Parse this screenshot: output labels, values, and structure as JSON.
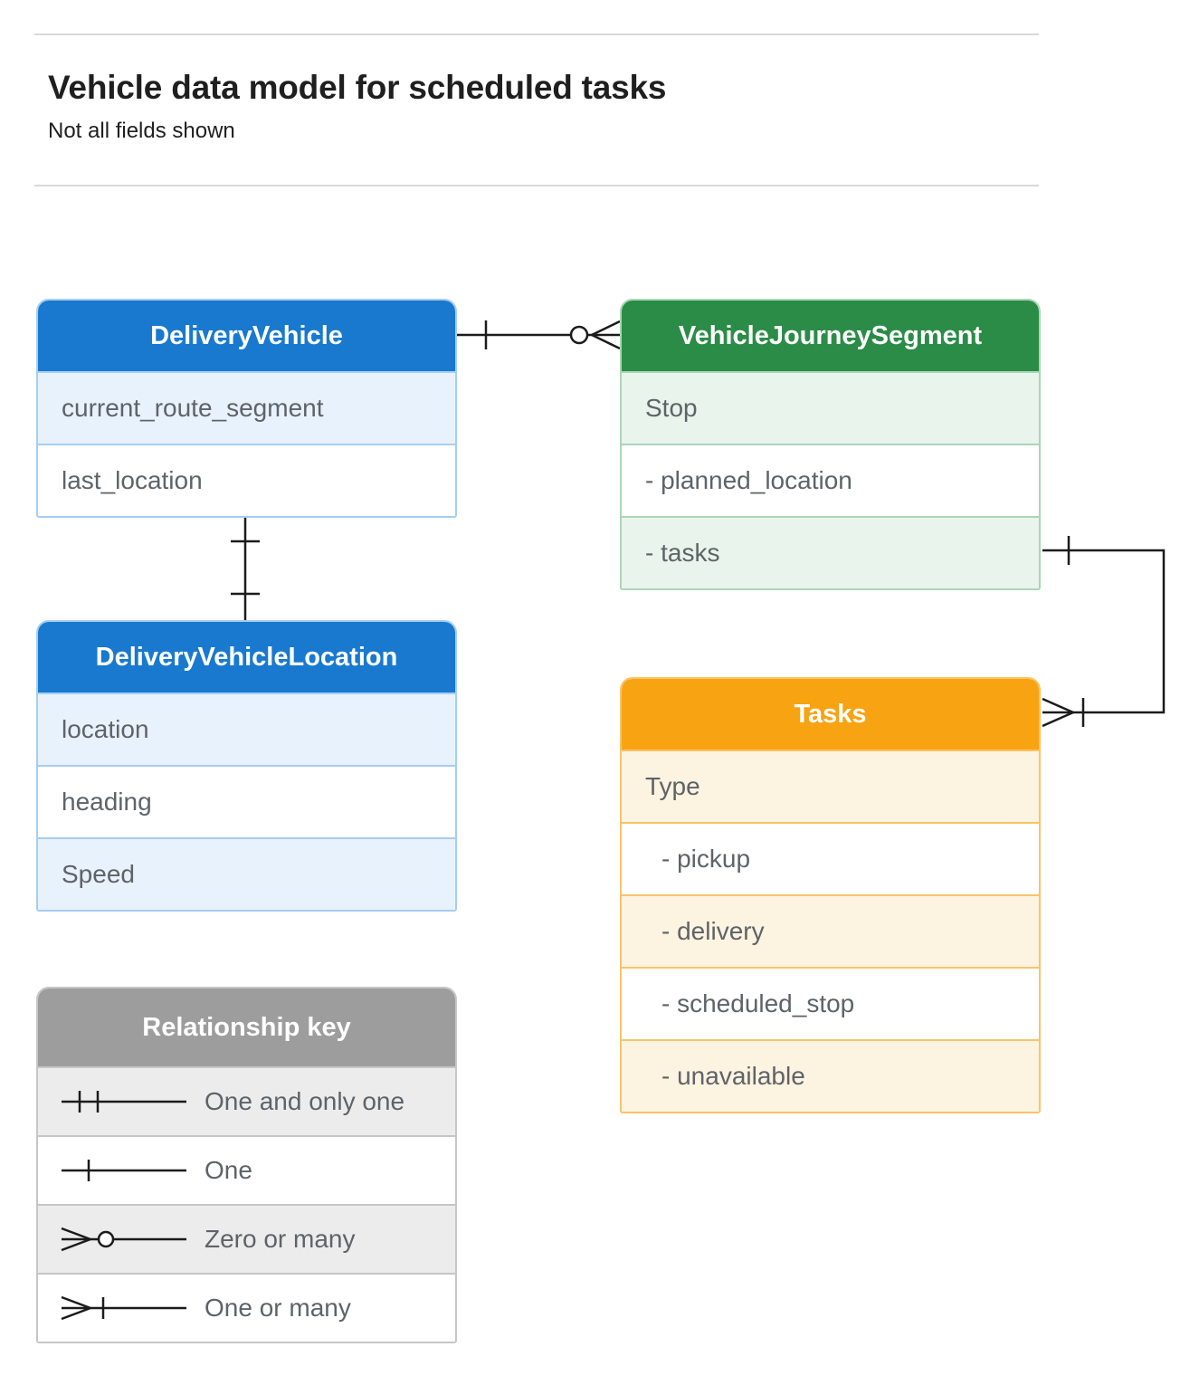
{
  "page": {
    "title": "Vehicle data model for scheduled tasks",
    "subtitle": "Not all fields shown"
  },
  "entities": {
    "dv": {
      "title": "DeliveryVehicle",
      "fields": [
        "current_route_segment",
        "last_location"
      ]
    },
    "vjs": {
      "title": "VehicleJourneySegment",
      "fields": [
        "Stop",
        "- planned_location",
        "- tasks"
      ]
    },
    "dvl": {
      "title": "DeliveryVehicleLocation",
      "fields": [
        "location",
        "heading",
        "Speed"
      ]
    },
    "tasks": {
      "title": "Tasks",
      "fields": [
        "Type",
        "- pickup",
        "- delivery",
        "- scheduled_stop",
        "- unavailable"
      ]
    }
  },
  "legend": {
    "title": "Relationship key",
    "items": [
      {
        "icon": "one-and-only-one-icon",
        "label": "One and only one"
      },
      {
        "icon": "one-icon",
        "label": "One"
      },
      {
        "icon": "zero-or-many-icon",
        "label": "Zero or many"
      },
      {
        "icon": "one-or-many-icon",
        "label": "One or many"
      }
    ]
  },
  "relationships": [
    {
      "from": "DeliveryVehicle",
      "to": "VehicleJourneySegment",
      "from_cardinality": "one",
      "to_cardinality": "zero-or-many"
    },
    {
      "from": "DeliveryVehicle",
      "to": "DeliveryVehicleLocation",
      "from_cardinality": "one",
      "to_cardinality": "one"
    },
    {
      "from": "VehicleJourneySegment.tasks",
      "to": "Tasks",
      "from_cardinality": "one",
      "to_cardinality": "one-or-many"
    }
  ],
  "colors": {
    "blue": "#1879cf",
    "blue-light": "#a6cdf2",
    "blue-tint": "#e8f2fc",
    "green": "#2b8c47",
    "green-light": "#abd6b5",
    "green-tint": "#e9f4ec",
    "orange": "#f8a312",
    "orange-light": "#f8c468",
    "orange-tint": "#fdf3e1",
    "gray": "#9d9d9d",
    "gray-light": "#c6c6c6",
    "gray-tint": "#ececec",
    "ink": "#1b1b1b",
    "text": "#5f6368",
    "title": "#1f1f1f"
  }
}
